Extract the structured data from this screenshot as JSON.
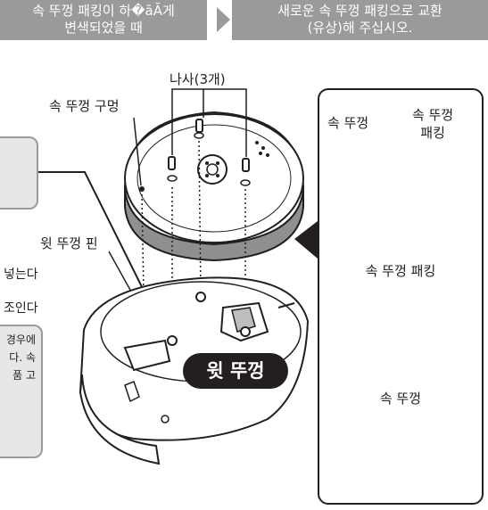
{
  "banner_before": {
    "line1": "속 뚜껑 패킹이 하�āĂ게",
    "line2": "변색되었을 때"
  },
  "banner_after": {
    "line1": "새로운 속 뚜껑 패킹으로 교환",
    "line2": "(유상)해 주십시오."
  },
  "callouts": {
    "screws": "나사(3개)",
    "inner_lid_hole": "속 뚜껑 구멍",
    "outer_lid_pin": "윗 뚜껑 핀",
    "outer_lid": "윗 뚜껑"
  },
  "side_text": {
    "line1": "넣는다",
    "line2": "조인다"
  },
  "gray_note": {
    "line1": "경우에",
    "line2": "다. 속",
    "line3": "품 고"
  },
  "panel": {
    "detail_inner_lid": "속 뚜껑",
    "detail_packing_line1": "속 뚜껑",
    "detail_packing_line2": "패킹",
    "part_packing": "속 뚜껑 패킹",
    "part_lid": "속 뚜껑"
  },
  "colors": {
    "banner_gray": "#9a9a9a",
    "ink": "#231f20",
    "note_gray": "#e7e7e7"
  }
}
